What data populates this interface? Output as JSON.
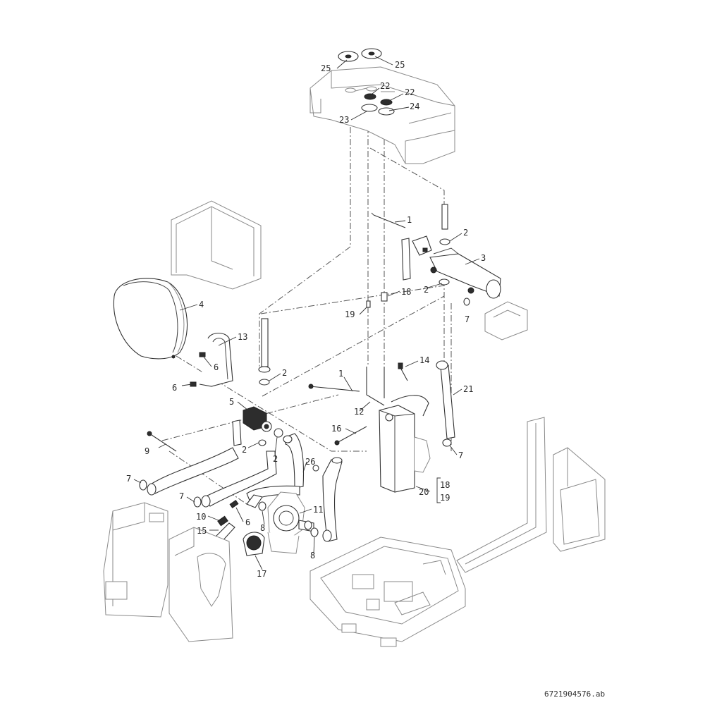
{
  "drawing": {
    "code": "6721904576.ab",
    "labels": {
      "l1a": "1",
      "l1b": "1",
      "l2a": "2",
      "l2b": "2",
      "l2c": "2",
      "l2d": "2",
      "l2e": "2",
      "l3": "3",
      "l4": "4",
      "l5": "5",
      "l6a": "6",
      "l6b": "6",
      "l6c": "6",
      "l7a": "7",
      "l7b": "7",
      "l7c": "7",
      "l7d": "7",
      "l8a": "8",
      "l8b": "8",
      "l9": "9",
      "l10": "10",
      "l11": "11",
      "l12": "12",
      "l13": "13",
      "l14": "14",
      "l15": "15",
      "l16": "16",
      "l17": "17",
      "l18a": "18",
      "l18b": "18",
      "l19a": "19",
      "l19b": "19",
      "l20": "20",
      "l21": "21",
      "l22a": "22",
      "l22b": "22",
      "l23": "23",
      "l24": "24",
      "l25a": "25",
      "l25b": "25",
      "l26": "26"
    }
  }
}
